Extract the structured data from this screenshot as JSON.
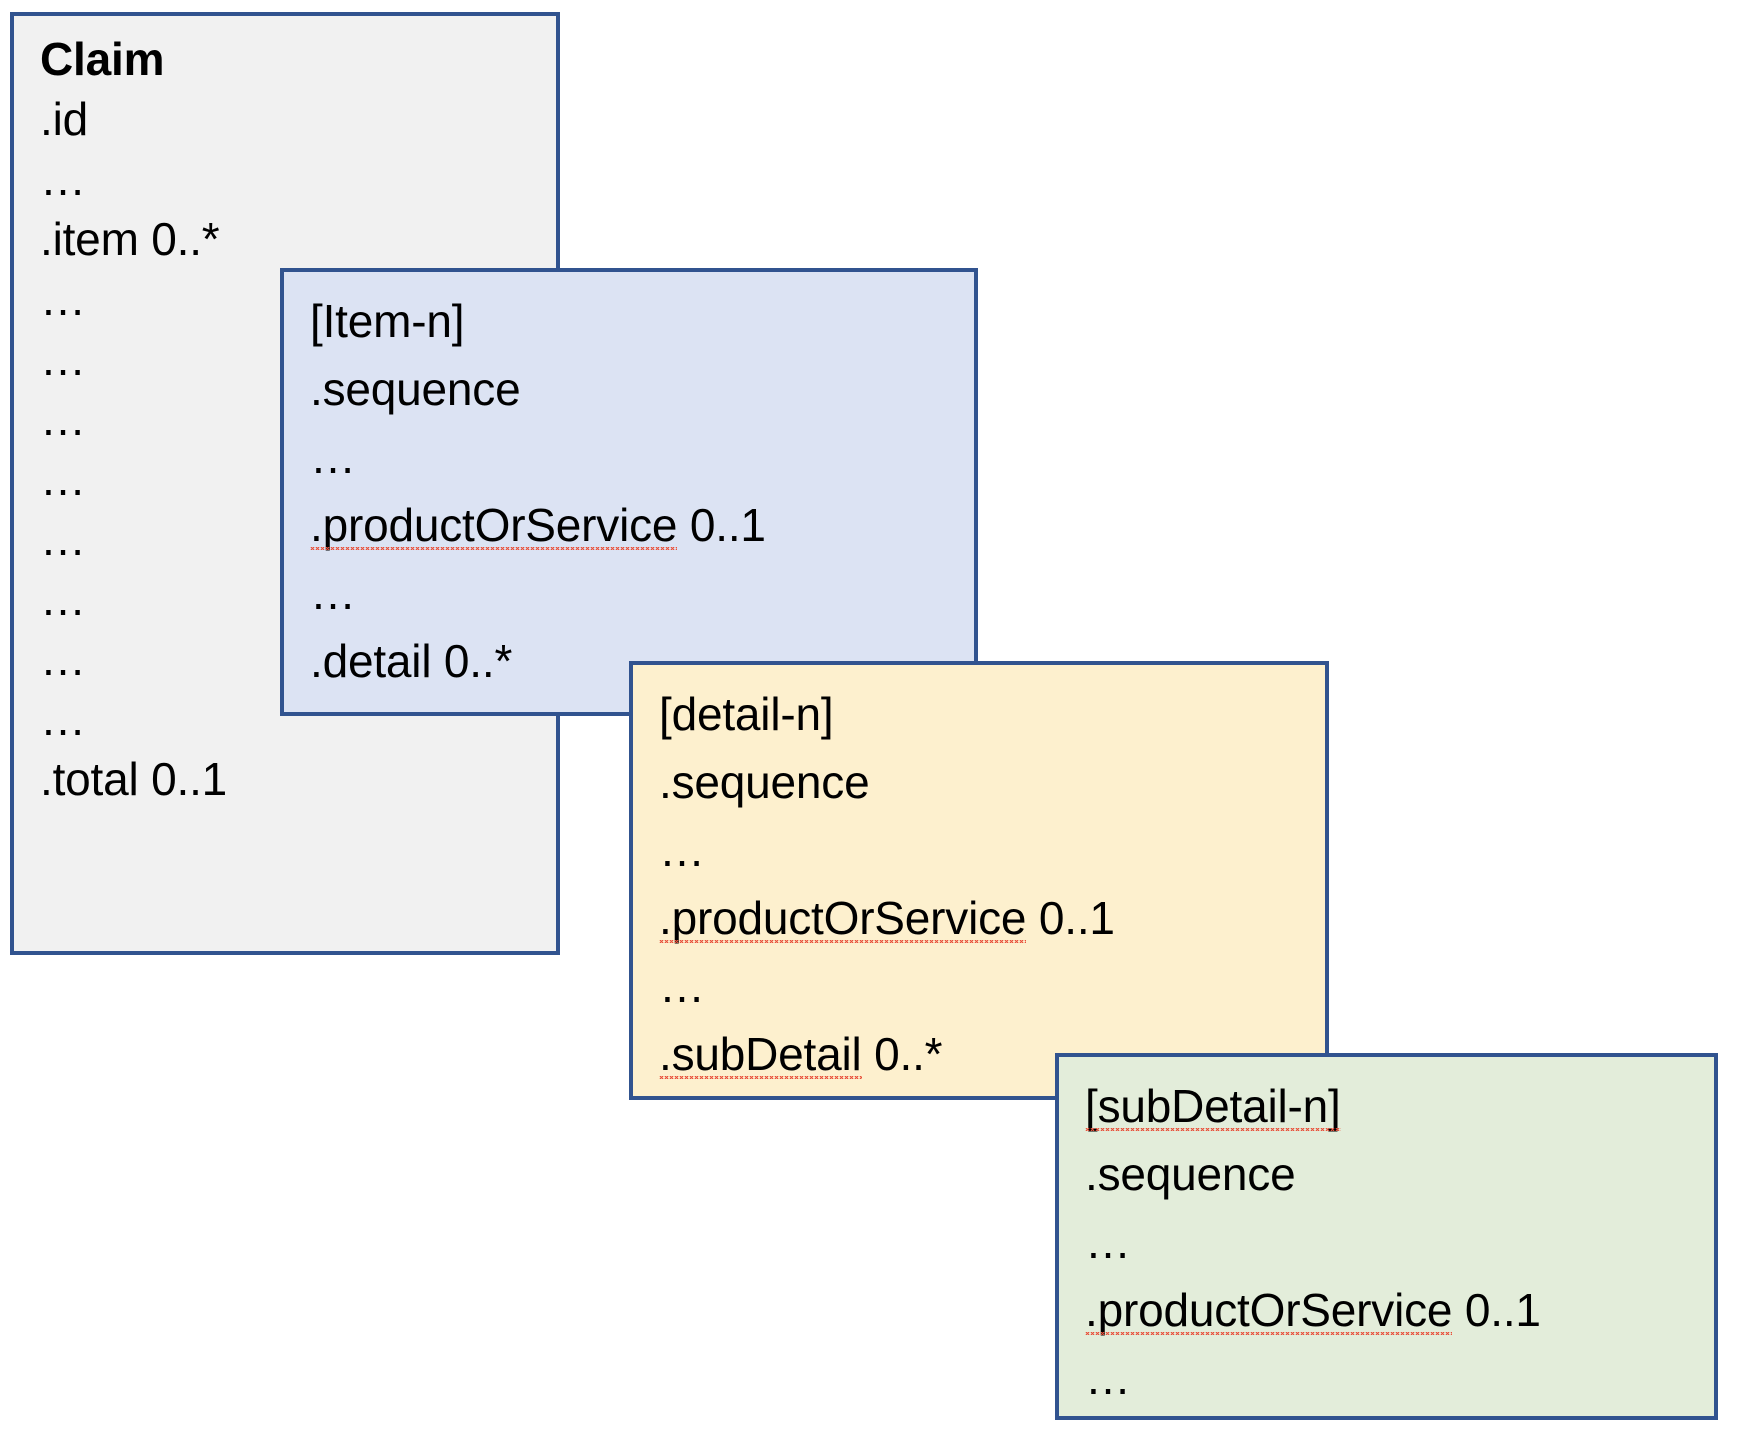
{
  "diagram": {
    "type": "nested-resource-boxes",
    "boxes": [
      {
        "id": "claim",
        "title": "Claim",
        "background_color": "#f1f1f1",
        "border_color": "#31538f",
        "lines": [
          "Claim",
          ".id",
          "…",
          ".item 0..*",
          "…",
          "…",
          "…",
          "…",
          "…",
          "…",
          "…",
          "…",
          ".total 0..1"
        ]
      },
      {
        "id": "item",
        "title": "[Item-n]",
        "background_color": "#dce3f3",
        "border_color": "#31538f",
        "lines": [
          "[Item-n]",
          ".sequence",
          "…",
          ".productOrService 0..1",
          "…",
          ".detail 0..*"
        ]
      },
      {
        "id": "detail",
        "title": "[detail-n]",
        "background_color": "#fdf0ce",
        "border_color": "#31538f",
        "lines": [
          "[detail-n]",
          ".sequence",
          "…",
          ".productOrService 0..1",
          "…",
          ".subDetail 0..*"
        ]
      },
      {
        "id": "subdetail",
        "title": "[subDetail-n]",
        "background_color": "#e3edda",
        "border_color": "#31538f",
        "lines": [
          "[subDetail-n]",
          ".sequence",
          "…",
          ".productOrService 0..1",
          "…"
        ]
      }
    ]
  },
  "claim": {
    "title": "Claim",
    "id_line": ".id",
    "ellipsis_1": "…",
    "item_line": ".item 0..*",
    "ellipsis_2": "…",
    "ellipsis_3": "…",
    "ellipsis_4": "…",
    "ellipsis_5": "…",
    "ellipsis_6": "…",
    "ellipsis_7": "…",
    "ellipsis_8": "…",
    "ellipsis_9": "…",
    "total_line": ".total 0..1"
  },
  "item": {
    "title": "[Item-n]",
    "sequence_line": ".sequence",
    "ellipsis_1": "…",
    "product_label": ".productOrService",
    "product_cardinality": " 0..1",
    "ellipsis_2": "…",
    "detail_line": ".detail 0..*"
  },
  "detail": {
    "title": "[detail-n]",
    "sequence_line": ".sequence",
    "ellipsis_1": "…",
    "product_label": ".productOrService",
    "product_cardinality": " 0..1",
    "ellipsis_2": "…",
    "subdetail_label": ".subDetail",
    "subdetail_cardinality": " 0..*"
  },
  "subdetail": {
    "title_label": "[subDetail-n]",
    "sequence_line": ".sequence",
    "ellipsis_1": "…",
    "product_label": ".productOrService",
    "product_cardinality": " 0..1",
    "ellipsis_2": "…"
  },
  "colors": {
    "border": "#31538f",
    "claim_bg": "#f1f1f1",
    "item_bg": "#dce3f3",
    "detail_bg": "#fdf0ce",
    "subdetail_bg": "#e3edda",
    "text": "#000000",
    "spellcheck_underline": "#e8503a"
  }
}
